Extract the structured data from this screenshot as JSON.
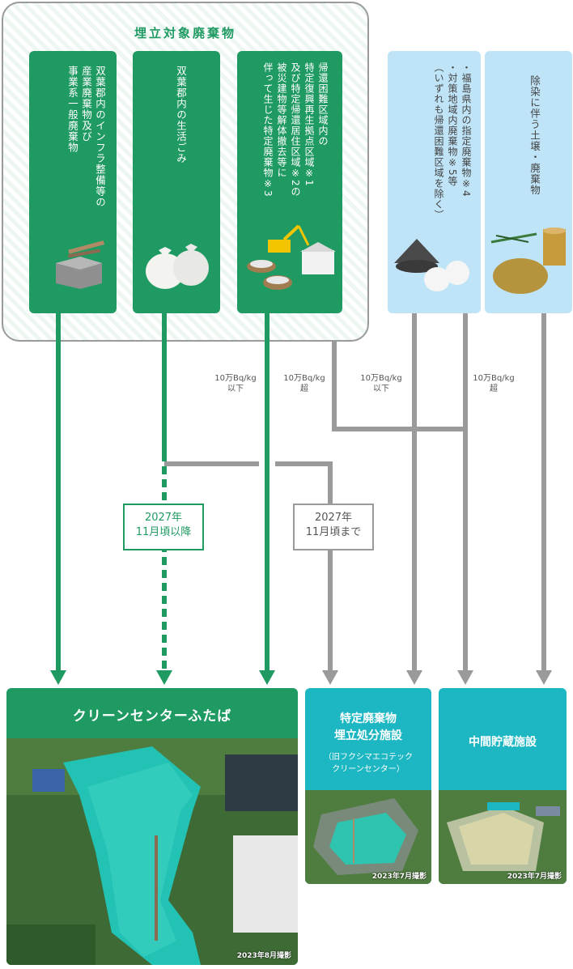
{
  "title": "埋立対象廃棄物",
  "categories": [
    {
      "id": "infra",
      "text": "双葉郡内のインフラ整備等の\n産業廃棄物及び\n事業系一般廃棄物"
    },
    {
      "id": "life",
      "text": "双葉郡内の生活ごみ"
    },
    {
      "id": "designated",
      "text": "帰還困難区域内の\n特定復興再生拠点区域※1\n及び特定帰還居住区域※2の\n被災建物等解体撤去等に\n伴って生じた特定廃棄物※3"
    },
    {
      "id": "fukushima",
      "text": "・福島県内の指定廃棄物※4\n・対策地域内廃棄物※5等\n（いずれも帰還困難区域を除く）"
    },
    {
      "id": "decon",
      "text": "除染に伴う土壌・廃棄物"
    }
  ],
  "thresholds": {
    "t1": "10万Bq/kg\n以下",
    "t2": "10万Bq/kg\n超",
    "t3": "10万Bq/kg\n以下",
    "t4": "10万Bq/kg\n超"
  },
  "periods": {
    "after": "2027年\n11月頃以降",
    "before": "2027年\n11月頃まで"
  },
  "facilities": {
    "clean": {
      "name": "クリーンセンターふたば",
      "caption": "2023年8月撮影"
    },
    "landfill": {
      "name": "特定廃棄物\n埋立処分施設",
      "sub": "（旧フクシマエコテック\nクリーンセンター）",
      "caption": "2023年7月撮影"
    },
    "storage": {
      "name": "中間貯蔵施設",
      "caption": "2023年7月撮影"
    }
  },
  "colors": {
    "green": "#1f9a62",
    "gray": "#9a9a9a",
    "teal": "#1db7c3",
    "lightblue": "#bfe4f7"
  }
}
